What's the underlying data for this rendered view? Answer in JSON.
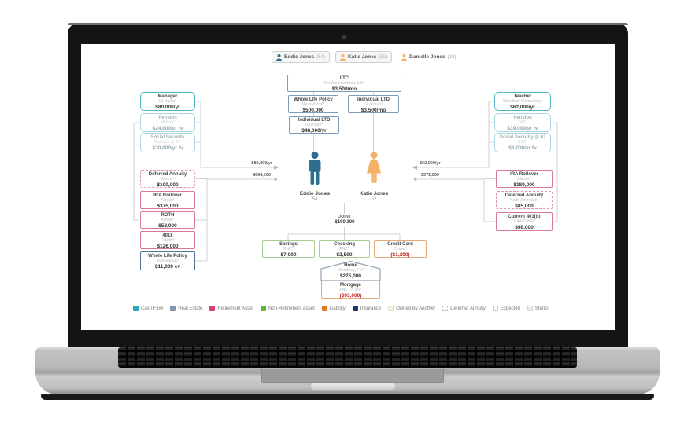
{
  "tabs": {
    "items": [
      {
        "label": "Eddie Jones",
        "count": "(54)"
      },
      {
        "label": "Katie Jones",
        "count": "(52)"
      },
      {
        "label": "Danielle Jones",
        "count": "(19)"
      }
    ]
  },
  "insurance": {
    "ltc": {
      "title": "LTC",
      "subtitle": "OneAmerica/State Life*",
      "value": "$3,500/mo"
    },
    "whole_life_eddie": {
      "title": "Whole Life Policy",
      "subtitle": "MassMutual*",
      "value": "$500,000"
    },
    "ltd_katie": {
      "title": "Individual LTD",
      "subtitle": "Guardian*",
      "value": "$3,500/mo"
    },
    "ltd_eddie": {
      "title": "Individual LTD",
      "subtitle": "Guardian*",
      "value": "$48,000/yr"
    }
  },
  "left_income": [
    {
      "title": "Manager",
      "subtitle": "L3 Harris*",
      "value": "$80,000/yr"
    },
    {
      "title": "Pension",
      "subtitle": "Military*",
      "value": "$24,000/yr fv"
    },
    {
      "title": "Social Security",
      "subtitle": "Estimate at 67*",
      "value": "$30,000/yr fv"
    }
  ],
  "left_assets": [
    {
      "title": "Deferred Annuity",
      "subtitle": "Allianz*",
      "value": "$100,000"
    },
    {
      "title": "IRA Rollover",
      "subtitle": "Altruist*",
      "value": "$375,000"
    },
    {
      "title": "ROTH",
      "subtitle": "Altruist*",
      "value": "$52,000"
    },
    {
      "title": "401k",
      "subtitle": "Fidelity*",
      "value": "$126,000"
    },
    {
      "title": "Whole Life Policy",
      "subtitle": "MassMutual*",
      "value": "$11,000 cv"
    }
  ],
  "right_income": [
    {
      "title": "Teacher",
      "subtitle": "Woodway Elementary*",
      "value": "$62,000/yr"
    },
    {
      "title": "Pension",
      "subtitle": "TRS*",
      "value": "$39,000/yr fv"
    },
    {
      "title": "Social Security @ 62",
      "subtitle": "SSA*",
      "value": "$6,000/yr fv"
    }
  ],
  "right_assets": [
    {
      "title": "IRA Rollover",
      "subtitle": "Altruist*",
      "value": "$189,000"
    },
    {
      "title": "Deferred Annuity",
      "subtitle": "North American*",
      "value": "$85,000"
    },
    {
      "title": "Current 403(b)",
      "subtitle": "TIAA-CREF*",
      "value": "$98,000"
    }
  ],
  "people": [
    {
      "name": "Eddie Jones",
      "age": "54"
    },
    {
      "name": "Katie Jones",
      "age": "52"
    }
  ],
  "flows": {
    "left_income": "$80,000/yr",
    "left_assets": "$664,000",
    "right_income": "$62,000/yr",
    "right_assets": "$372,000"
  },
  "joint": {
    "label": "JOINT",
    "value": "$190,300"
  },
  "joint_accounts": [
    {
      "title": "Savings",
      "subtitle": "PNC*",
      "value": "$7,000"
    },
    {
      "title": "Checking",
      "subtitle": "PNC*",
      "value": "$2,500"
    },
    {
      "title": "Credit Card",
      "subtitle": "Chase*",
      "value": "($1,200)"
    }
  ],
  "property": {
    "home": {
      "title": "Home",
      "subtitle": "Woodway, TX*",
      "value": "$275,000"
    },
    "mortgage": {
      "title": "Mortgage",
      "subtitle": "PNC - 4.5%*",
      "value": "($93,000)"
    }
  },
  "legend": {
    "items": [
      {
        "label": "Cash Flow",
        "swatch": "background:#29a7bf"
      },
      {
        "label": "Real Estate",
        "swatch": "background:#8096ad"
      },
      {
        "label": "Retirement Asset",
        "swatch": "background:#df3e7d"
      },
      {
        "label": "Non-Retirement Asset",
        "swatch": "background:#62b33c"
      },
      {
        "label": "Liability",
        "swatch": "background:#e07b28"
      },
      {
        "label": "Insurance",
        "swatch": "background:#16396b"
      },
      {
        "label": "Owned By Another",
        "swatch": "background:#f7f3d8;border:1px solid #ddd"
      },
      {
        "label": "Deferred Annuity",
        "swatch": "background:#fff;border:1px dashed #b9b9b9"
      },
      {
        "label": "Expected",
        "swatch": "background:#fff;border:1px solid #c9c9c9"
      },
      {
        "label": "Stencil",
        "swatch": "background:#ececec;border:1px solid #d7d7d7"
      }
    ]
  },
  "colors": {
    "eddie": "#2e6f90",
    "katie": "#f4b269",
    "danielle": "#f4b269"
  }
}
